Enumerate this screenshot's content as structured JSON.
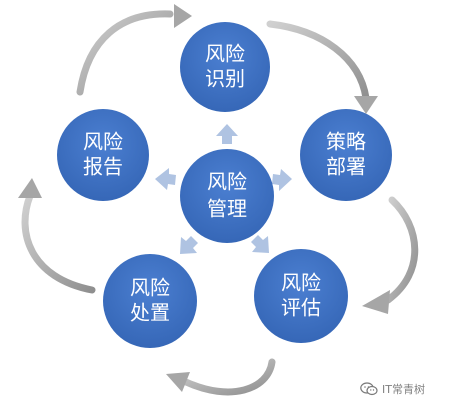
{
  "diagram": {
    "center": {
      "line1": "风险",
      "line2": "管理"
    },
    "nodes": {
      "top": {
        "line1": "风险",
        "line2": "识别"
      },
      "right": {
        "line1": "策略",
        "line2": "部署"
      },
      "bottom_right": {
        "line1": "风险",
        "line2": "评估"
      },
      "bottom_left": {
        "line1": "风险",
        "line2": "处置"
      },
      "left": {
        "line1": "风险",
        "line2": "报告"
      }
    },
    "colors": {
      "node_fill": "#3E72C5",
      "arrow_fill": "#AFC3E2",
      "curve_arrow": "#A6A6A6"
    }
  },
  "watermark": {
    "text": "IT常青树",
    "icon": "wechat-icon"
  }
}
